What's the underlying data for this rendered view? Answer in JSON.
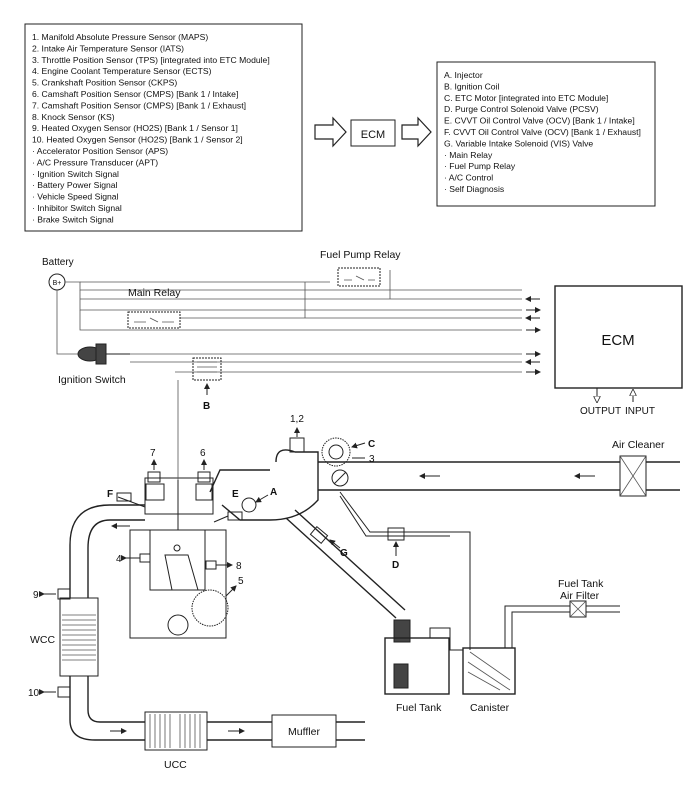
{
  "inputs": {
    "items": [
      "1. Manifold Absolute Pressure Sensor (MAPS)",
      "2. Intake Air Temperature Sensor (IATS)",
      "3. Throttle Position Sensor (TPS) [integrated into ETC Module]",
      "4. Engine Coolant Temperature Sensor (ECTS)",
      "5. Crankshaft Position Sensor (CKPS)",
      "6. Camshaft Position Sensor (CMPS) [Bank 1 / Intake]",
      "7. Camshaft Position Sensor (CMPS) [Bank 1 / Exhaust]",
      "8. Knock Sensor (KS)",
      "9. Heated Oxygen Sensor (HO2S) [Bank 1 / Sensor 1]",
      "10. Heated Oxygen Sensor (HO2S) [Bank 1 / Sensor 2]",
      "·  Accelerator Position Sensor (APS)",
      "·  A/C Pressure Transducer (APT)",
      "·  Ignition Switch Signal",
      "·  Battery Power Signal",
      "·  Vehicle Speed Signal",
      "·  Inhibitor Switch Signal",
      "·  Brake Switch Signal"
    ]
  },
  "ecm_box": "ECM",
  "outputs": {
    "items": [
      "A. Injector",
      "B. Ignition Coil",
      "C. ETC Motor [integrated into ETC Module]",
      "D. Purge Control Solenoid Valve (PCSV)",
      "E. CVVT Oil Control Valve (OCV) [Bank 1 / Intake]",
      "F. CVVT Oil Control Valve (OCV) [Bank 1 / Exhaust]",
      "G. Variable Intake Solenoid (VIS) Valve",
      "·  Main Relay",
      "·  Fuel Pump Relay",
      "·  A/C Control",
      "·  Self Diagnosis"
    ]
  },
  "diagram": {
    "battery": "Battery",
    "battery_terminal": "B+",
    "fuel_pump_relay": "Fuel Pump Relay",
    "main_relay": "Main Relay",
    "ignition_switch": "Ignition Switch",
    "ecm": "ECM",
    "output": "OUTPUT",
    "input": "INPUT",
    "air_cleaner": "Air Cleaner",
    "fuel_tank_air_filter_1": "Fuel Tank",
    "fuel_tank_air_filter_2": "Air Filter",
    "fuel_tank": "Fuel Tank",
    "canister": "Canister",
    "muffler": "Muffler",
    "wcc": "WCC",
    "ucc": "UCC",
    "labels": {
      "l12": "1,2",
      "lC": "C",
      "l3": "3",
      "l7": "7",
      "l6": "6",
      "lF": "F",
      "lE": "E",
      "lA": "A",
      "lB": "B",
      "lG": "G",
      "lD": "D",
      "l4": "4",
      "l8": "8",
      "l5": "5",
      "l9": "9",
      "l10": "10"
    }
  }
}
